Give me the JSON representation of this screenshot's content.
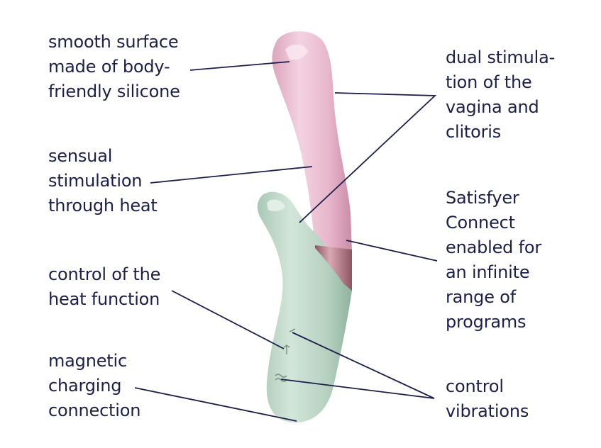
{
  "colors": {
    "text": "#1c1f4a",
    "leader_line": "#1c1f4a",
    "pink_body": "#e9bcd0",
    "mint_body": "#b9d3c3",
    "band": "#b07a86"
  },
  "icons": {
    "heat_button": "heat-symbol-icon",
    "vibration_button": "vibration-symbol-icon"
  },
  "labels": {
    "surface": [
      "smooth surface",
      "made of body-",
      "friendly silicone"
    ],
    "heat": [
      "sensual",
      "stimulation",
      "through heat"
    ],
    "heat_control": [
      "control of the",
      "heat function"
    ],
    "charging": [
      "magnetic",
      "charging",
      "connection"
    ],
    "dual": [
      "dual stimula-",
      "tion of the",
      "vagina and",
      "clitoris"
    ],
    "connect": [
      "Satisfyer",
      "Connect",
      "enabled for",
      "an infinite",
      "range of",
      "programs"
    ],
    "vibrations": [
      "control",
      "vibrations"
    ]
  }
}
